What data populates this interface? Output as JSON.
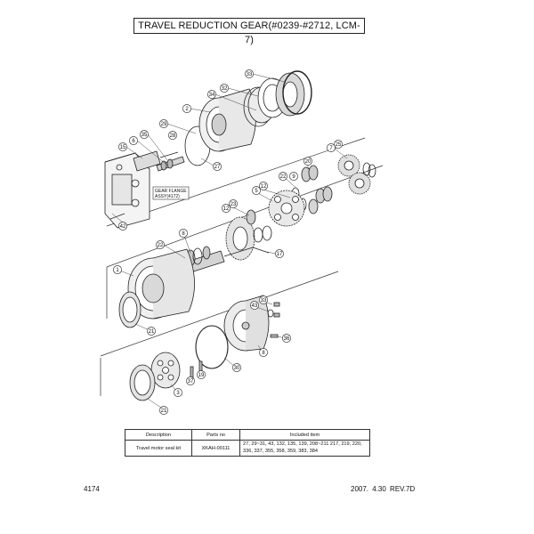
{
  "title": "TRAVEL REDUCTION GEAR(#0239-#2712, LCM-7)",
  "callouts": {
    "c33a": "33",
    "c34": "34",
    "c32": "32",
    "c2": "2",
    "c35": "35",
    "c29": "29",
    "c6a": "6",
    "c15": "15",
    "c28": "28",
    "c27": "27",
    "c42": "42",
    "c7": "7",
    "c25": "25",
    "c20": "20",
    "c22a": "22",
    "c12a": "12",
    "c9": "9",
    "c5": "5",
    "c12b": "12",
    "c23": "23",
    "c8a": "8",
    "c22b": "22",
    "c17": "17",
    "c1": "1",
    "c21a": "21",
    "c33b": "33",
    "c43": "43",
    "c36": "36",
    "c8b": "8",
    "c30": "30",
    "c37": "37",
    "c19": "19",
    "c3": "3",
    "c21b": "21"
  },
  "gear_flange_label": [
    "GEAR FLANGE",
    "ASSY(4172)"
  ],
  "table": {
    "headers": [
      "Description",
      "Parts no",
      "Included item"
    ],
    "rows": [
      {
        "description": "Travel motor seal kit",
        "parts_no": "XKAH-00111",
        "included": "27, 29~31, 43, 132, 135, 139, 208~211 217, 219, 220, 336, 337, 355, 358, 359, 383, 384"
      }
    ]
  },
  "footer": {
    "page": "4174",
    "date_rev": "2007. 4.30 REV.7D"
  }
}
